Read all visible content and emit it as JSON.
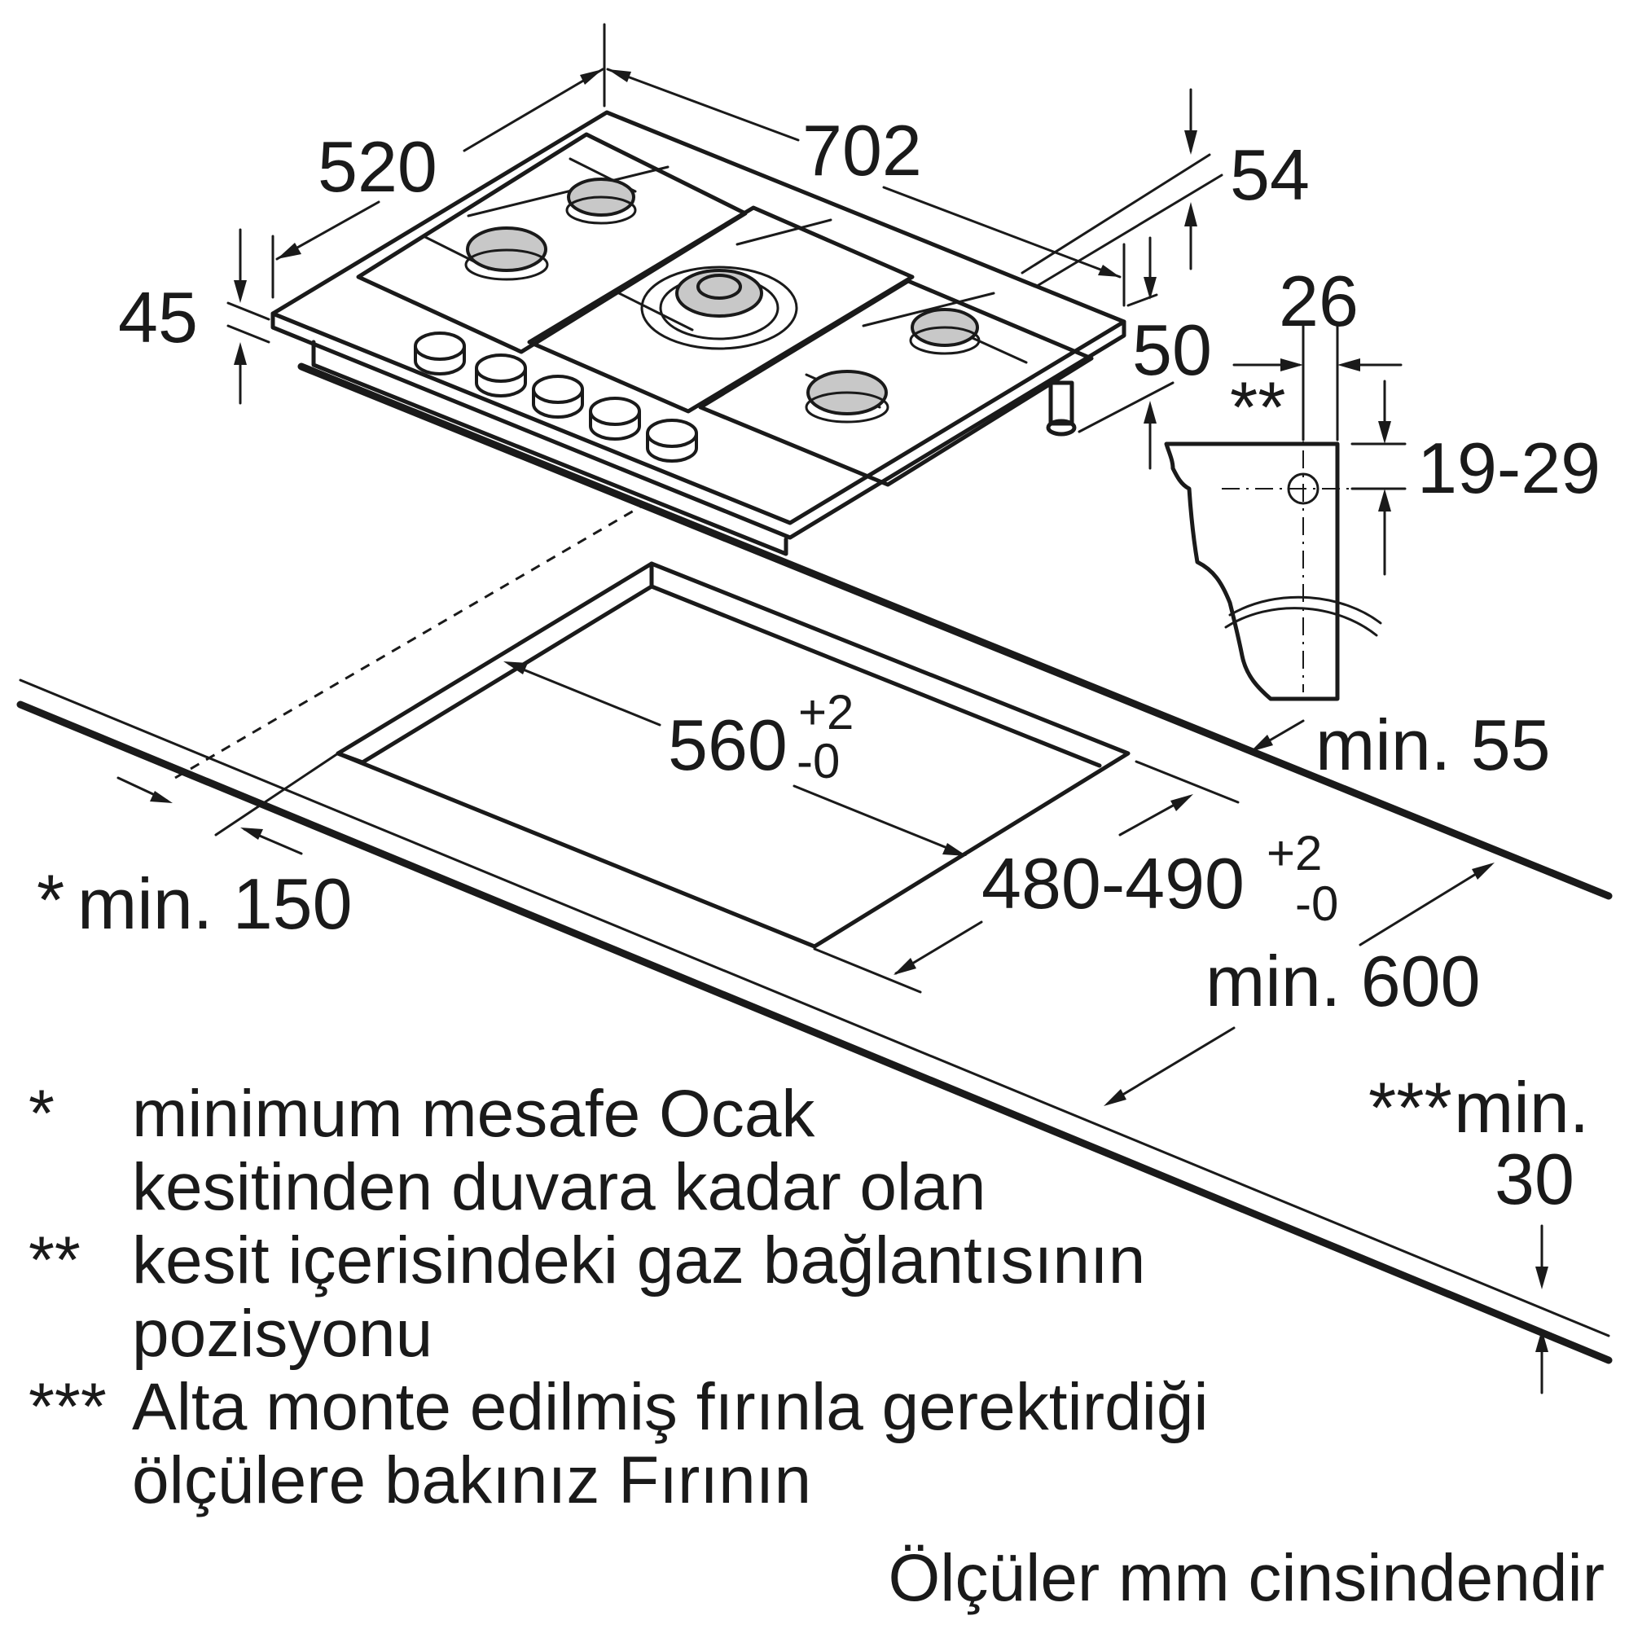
{
  "dimensions": {
    "hob_depth": "520",
    "hob_width": "702",
    "hob_height_right": "54",
    "hob_height_left": "45",
    "gas_connection_height": "50",
    "connection_offset": "26",
    "connection_marker": "**",
    "connection_range": "19-29",
    "cutout_width": "560",
    "cutout_width_tol_plus": "+2",
    "cutout_width_tol_minus": "-0",
    "cutout_depth": "480-490",
    "cutout_depth_tol_plus": "+2",
    "cutout_depth_tol_minus": "-0",
    "min_edge_back": "min. 55",
    "min_wall_marker": "*",
    "min_wall": "min. 150",
    "min_worktop_depth": "min. 600",
    "min_worktop_thickness_marker": "***",
    "min_worktop_thickness_label": "min.",
    "min_worktop_thickness_value": "30"
  },
  "notes": [
    {
      "marker": "*",
      "lines": [
        "minimum mesafe Ocak",
        "kesitinden duvara kadar olan"
      ]
    },
    {
      "marker": "**",
      "lines": [
        "kesit içerisindeki gaz bağlantısının",
        "pozisyonu"
      ]
    },
    {
      "marker": "***",
      "lines": [
        "Alta monte edilmiş fırınla gerektirdiği",
        "ölçülere bakınız Fırının"
      ]
    }
  ],
  "footer": "Ölçüler mm cinsindendir"
}
